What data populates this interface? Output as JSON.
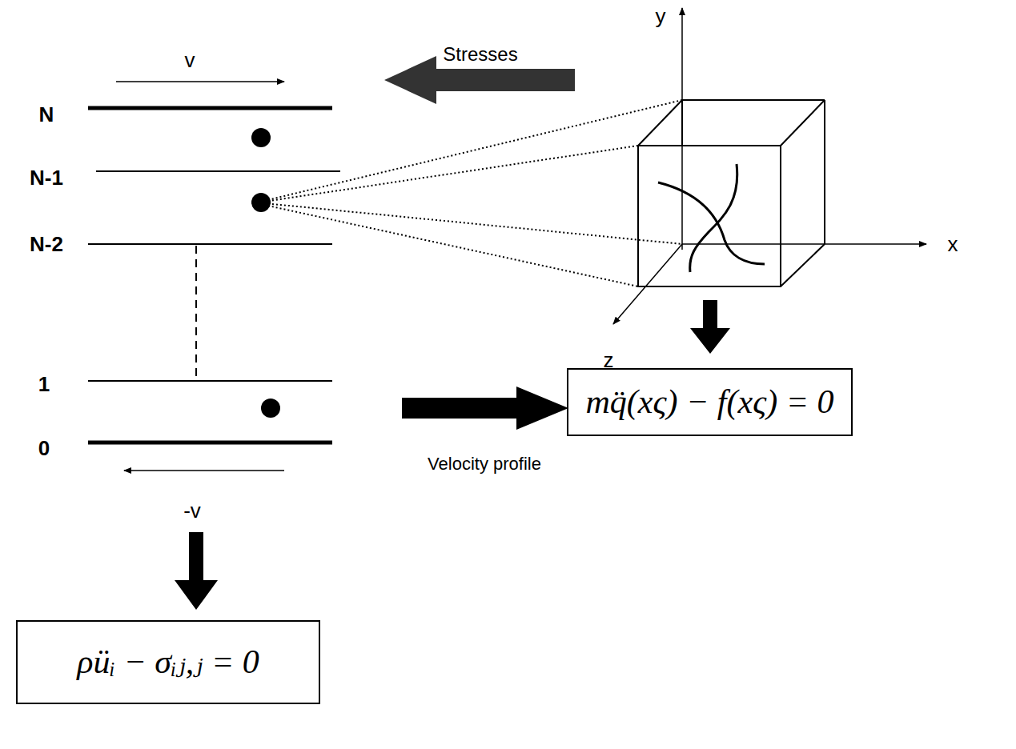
{
  "diagram": {
    "nodes": [
      {
        "text": [
          "mq̈(xς) − f(xς) = 0"
        ]
      },
      {
        "text": [
          "ρüᵢ − σᵢⱼ,ⱼ = 0"
        ]
      }
    ],
    "labels": [
      "v",
      "N",
      "N-1",
      "N-2",
      "1",
      "0",
      "-v",
      "Stresses",
      "y",
      "x",
      "z",
      "Velocity profile"
    ]
  }
}
